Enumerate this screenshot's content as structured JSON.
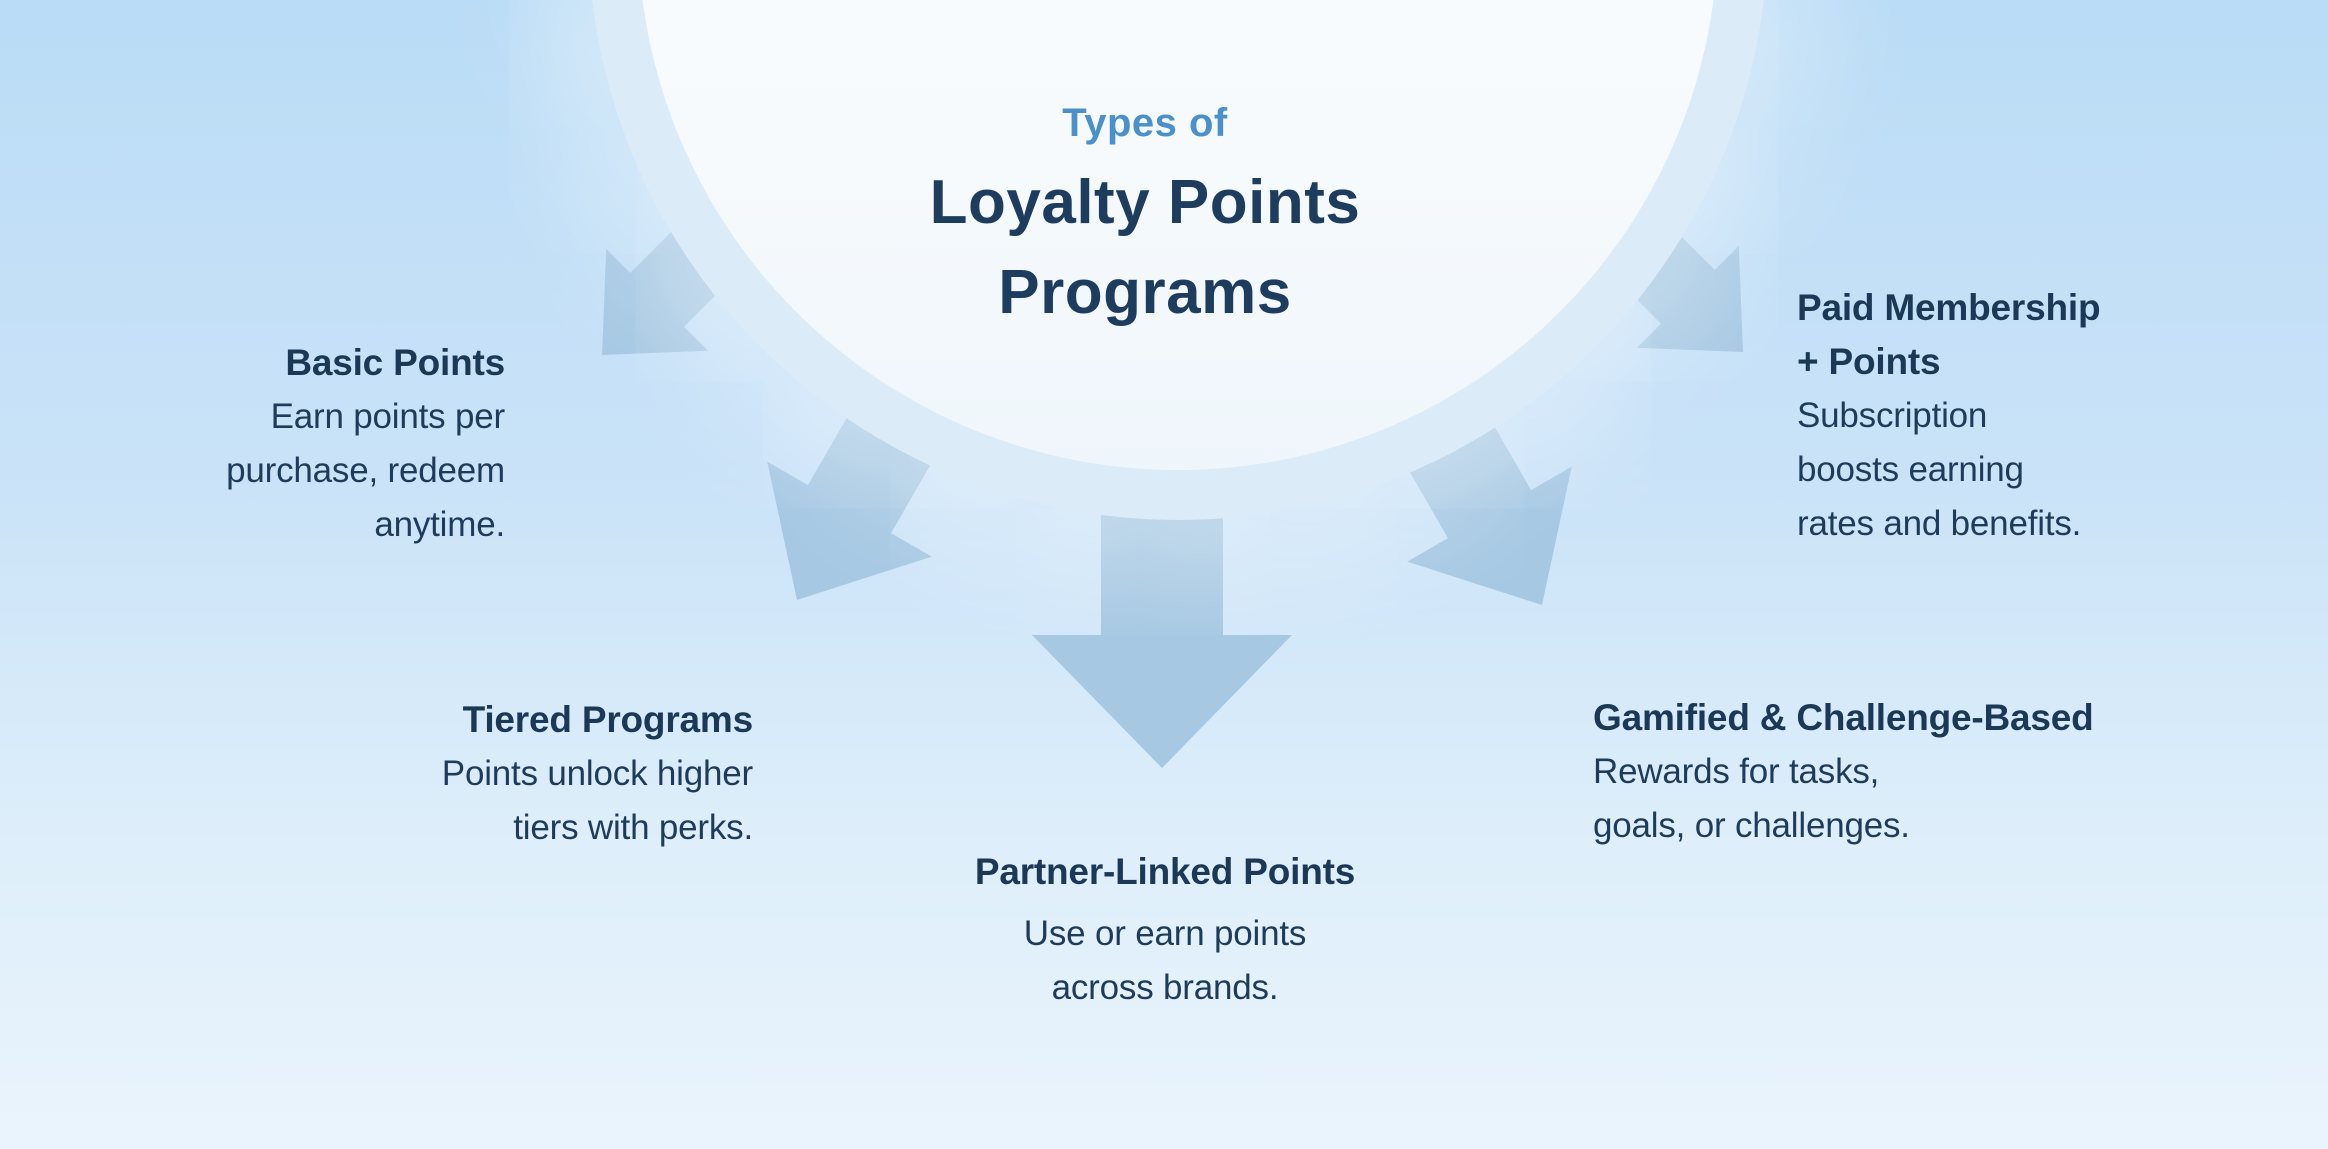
{
  "infographic": {
    "title": {
      "kicker": "Types of",
      "line1": "Loyalty Points",
      "line2": "Programs"
    },
    "sections": {
      "basic": {
        "heading": "Basic Points",
        "lines": [
          "Earn points per",
          "purchase, redeem",
          "anytime."
        ]
      },
      "tiered": {
        "heading": "Tiered Programs",
        "lines": [
          "Points unlock higher",
          "tiers with perks."
        ]
      },
      "partner": {
        "heading": "Partner-Linked Points",
        "lines": [
          "Use or earn points",
          "across brands."
        ]
      },
      "gamified": {
        "heading": "Gamified & Challenge-Based",
        "lines": [
          "Rewards for tasks,",
          "goals, or challenges."
        ]
      },
      "paid": {
        "heading_line1": "Paid Membership",
        "heading_line2": "+ Points",
        "lines": [
          "Subscription",
          "boosts earning",
          "rates and benefits."
        ]
      }
    },
    "arrows": [
      "arrow-to-basic-points",
      "arrow-to-tiered-programs",
      "arrow-to-partner-linked-points",
      "arrow-to-gamified-challenge-based",
      "arrow-to-paid-membership"
    ],
    "colors": {
      "background_top": "#badcf6",
      "background_bottom": "#eaf4fc",
      "halo_ring": "#dcebf8",
      "hub_fill": "#f8fbfd",
      "arrow": "#a6c8e3",
      "kicker_text": "#4a90ca",
      "heading_text": "#1b3856",
      "body_text": "#1e3c5a"
    }
  }
}
